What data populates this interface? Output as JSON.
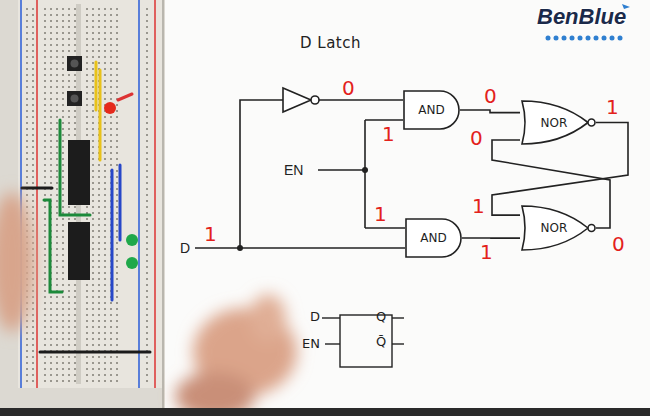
{
  "diagram": {
    "title": "D Latch",
    "nodes": [
      {
        "text": [
          "AND"
        ]
      },
      {
        "text": [
          "NOR"
        ]
      },
      {
        "text": [
          "AND"
        ]
      },
      {
        "text": [
          "NOR"
        ]
      },
      {
        "text": [
          "D",
          "EN",
          "Q",
          "Q̄"
        ]
      }
    ],
    "edges": [
      {
        "from": 0,
        "to": 1,
        "arrow": "none"
      },
      {
        "from": 2,
        "to": 3,
        "arrow": "none"
      },
      {
        "from": 1,
        "to": 3,
        "arrow": "none"
      },
      {
        "from": 3,
        "to": 1,
        "arrow": "none"
      }
    ],
    "labels": [
      "BenBlue",
      "0",
      "0",
      "1",
      "1",
      "0",
      "EN",
      "1",
      "1",
      "D",
      "1",
      "1",
      "0"
    ]
  }
}
